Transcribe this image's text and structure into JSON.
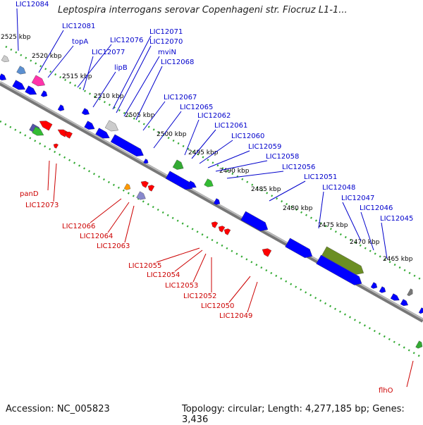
{
  "title": "Leptospira interrogans serovar Copenhageni str. Fiocruz L1-1...",
  "footer": {
    "accession": "Accession: NC_005823",
    "summary": "Topology: circular; Length: 4,277,185 bp; Genes: 3,436"
  },
  "colors": {
    "forward_gene": "#0000ff",
    "reverse_gene": "#ff0000",
    "backbone": "#999999",
    "tick_dots": "#33aa33",
    "label_forward": "#0000cc",
    "label_reverse": "#cc0000"
  },
  "kbp_labels": [
    "2525 kbp",
    "2520 kbp",
    "2515 kbp",
    "2510 kbp",
    "2505 kbp",
    "2500 kbp",
    "2495 kbp",
    "2490 kbp",
    "2485 kbp",
    "2480 kbp",
    "2475 kbp",
    "2470 kbp",
    "2465 kbp"
  ],
  "top_labels": [
    "LIC12084",
    "LIC12081",
    "topA",
    "LIC12076",
    "LIC12077",
    "LIC12071",
    "LIC12070",
    "mviN",
    "lipB",
    "LIC12068",
    "LIC12067",
    "LIC12065",
    "LIC12062",
    "LIC12061",
    "LIC12060",
    "LIC12059",
    "LIC12058",
    "LIC12056",
    "LIC12051",
    "LIC12048",
    "LIC12047",
    "LIC12046",
    "LIC12045"
  ],
  "bottom_labels": [
    "panD",
    "LIC12073",
    "LIC12066",
    "LIC12064",
    "LIC12063",
    "LIC12055",
    "LIC12054",
    "LIC12053",
    "LIC12052",
    "LIC12050",
    "LIC12049",
    "flhO"
  ]
}
